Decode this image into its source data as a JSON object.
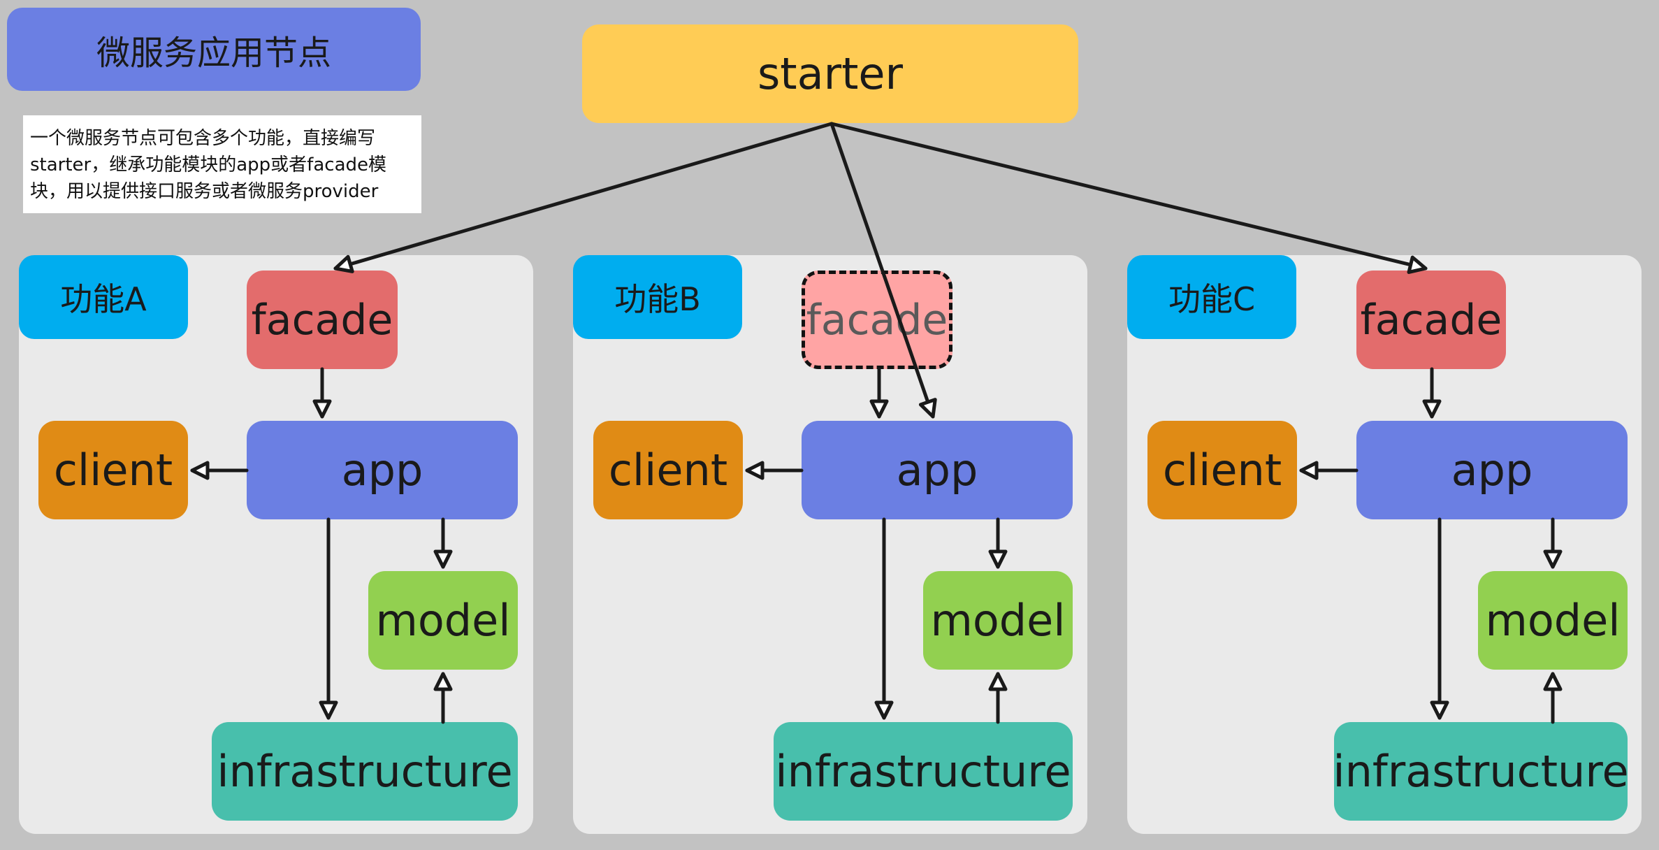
{
  "title": "微服务应用节点",
  "note": "一个微服务节点可包含多个功能，直接编写\nstarter，继承功能模块的app或者facade模\n块，用以提供接口服务或者微服务provider",
  "starter": "starter",
  "modules": [
    {
      "label": "功能A",
      "facade": "facade",
      "client": "client",
      "app": "app",
      "model": "model",
      "infrastructure": "infrastructure"
    },
    {
      "label": "功能B",
      "facade": "facade",
      "client": "client",
      "app": "app",
      "model": "model",
      "infrastructure": "infrastructure"
    },
    {
      "label": "功能C",
      "facade": "facade",
      "client": "client",
      "app": "app",
      "model": "model",
      "infrastructure": "infrastructure"
    }
  ],
  "colors": {
    "background": "#c2c2c2",
    "panel": "#eaeaea",
    "title": "#6b7fe3",
    "starter": "#ffcc55",
    "label": "#00adef",
    "facade": "#e36c6c",
    "facade_inherited": "#ffa4a4",
    "client": "#e08b15",
    "app": "#6b7fe3",
    "model": "#92d050",
    "infrastructure": "#48bfac"
  }
}
